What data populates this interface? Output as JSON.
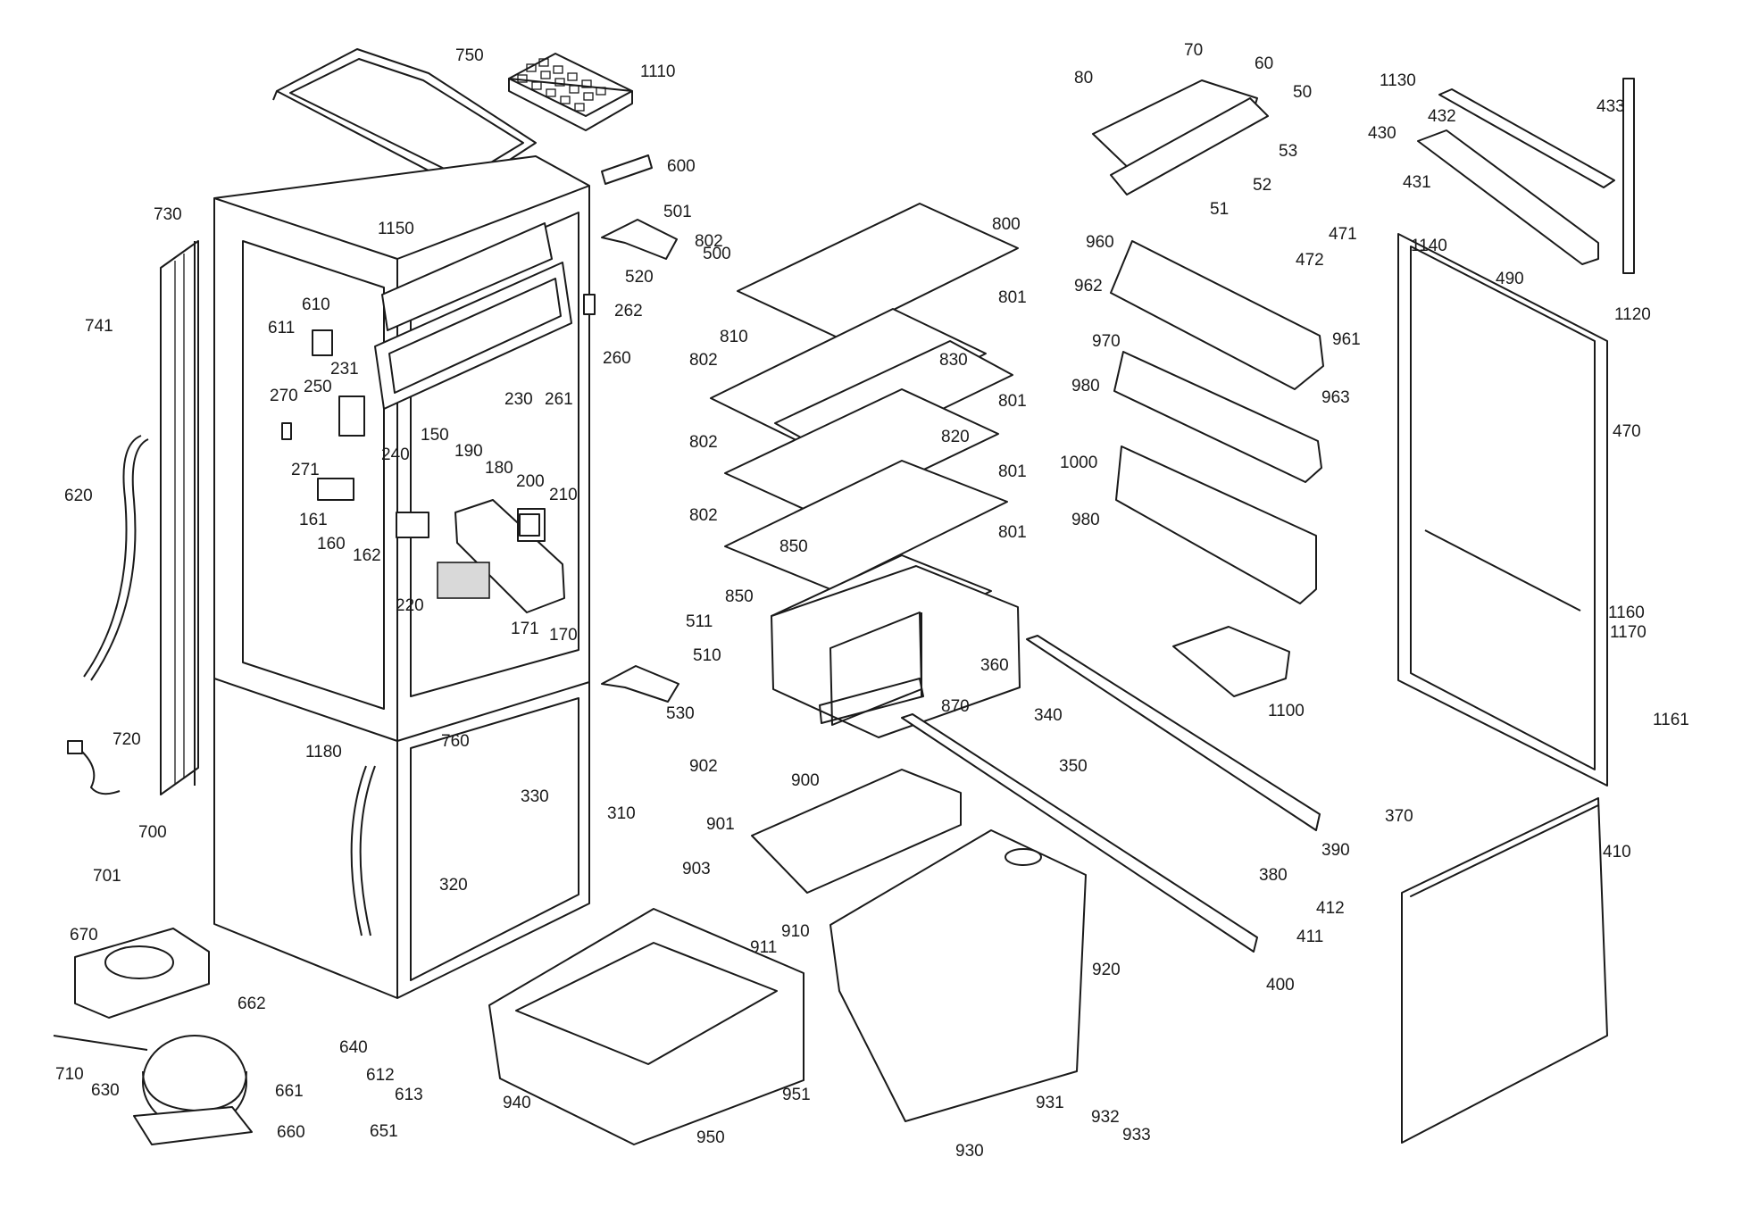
{
  "diagram": {
    "labels": [
      "750",
      "1110",
      "600",
      "501",
      "500",
      "520",
      "262",
      "260",
      "261",
      "1150",
      "610",
      "611",
      "231",
      "230",
      "730",
      "741",
      "270",
      "250",
      "271",
      "240",
      "150",
      "190",
      "180",
      "200",
      "210",
      "161",
      "160",
      "162",
      "220",
      "171",
      "170",
      "620",
      "720",
      "760",
      "1180",
      "330",
      "310",
      "320",
      "511",
      "510",
      "530",
      "700",
      "701",
      "670",
      "662",
      "640",
      "710",
      "630",
      "661",
      "612",
      "613",
      "660",
      "651",
      "80",
      "70",
      "60",
      "50",
      "53",
      "52",
      "51",
      "960",
      "962",
      "963",
      "961",
      "970",
      "980",
      "1000",
      "980",
      "802",
      "800",
      "801",
      "810",
      "830",
      "802",
      "801",
      "820",
      "802",
      "801",
      "850",
      "802",
      "801",
      "850",
      "870",
      "1100",
      "360",
      "340",
      "350",
      "370",
      "390",
      "380",
      "400",
      "900",
      "902",
      "901",
      "903",
      "910",
      "911",
      "920",
      "940",
      "951",
      "950",
      "931",
      "930",
      "932",
      "933",
      "1130",
      "433",
      "432",
      "430",
      "431",
      "1140",
      "490",
      "1120",
      "471",
      "472",
      "470",
      "1160",
      "1170",
      "1161",
      "410",
      "412",
      "411"
    ]
  }
}
